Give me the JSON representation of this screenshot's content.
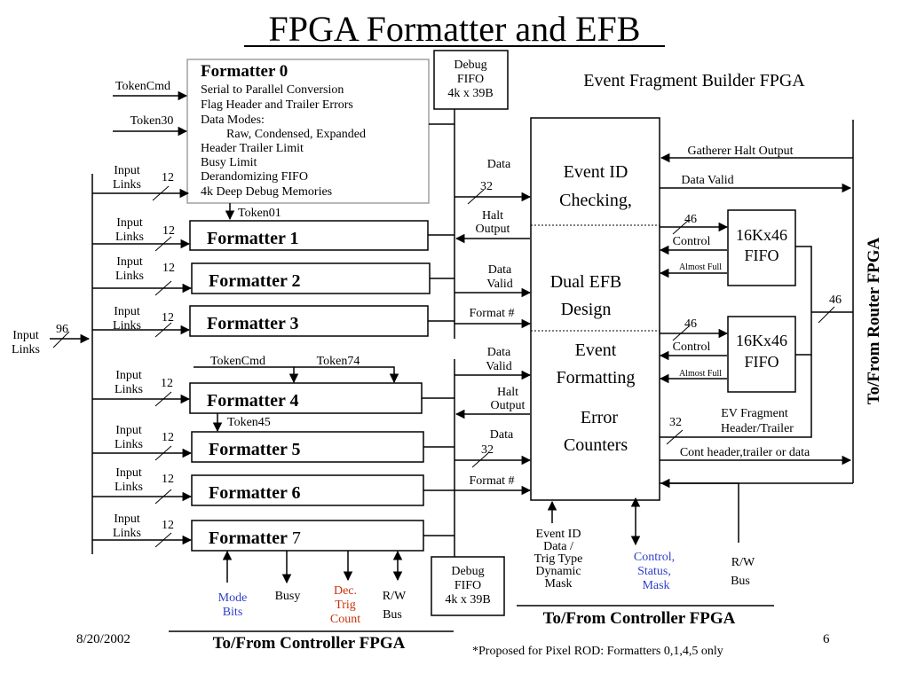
{
  "title": "FPGA Formatter and EFB",
  "efb_title": "Event Fragment Builder FPGA",
  "formatter0": {
    "title": "Formatter 0",
    "lines": [
      "Serial to Parallel Conversion",
      "Flag Header and Trailer Errors",
      "Data Modes:",
      "Raw, Condensed, Expanded",
      "Header Trailer Limit",
      "Busy Limit",
      "Derandomizing FIFO",
      "4k Deep Debug Memories"
    ]
  },
  "formatters": {
    "f1": "Formatter 1",
    "f2": "Formatter 2",
    "f3": "Formatter 3",
    "f4": "Formatter 4",
    "f5": "Formatter 5",
    "f6": "Formatter 6",
    "f7_bold": "Formatter",
    "f7_num": "7"
  },
  "tokens": {
    "tokencmd_top": "TokenCmd",
    "token30": "Token30",
    "token01": "Token01",
    "tokencmd_mid": "TokenCmd",
    "token74": "Token74",
    "token45": "Token45"
  },
  "input_links": {
    "line1": "Input",
    "line2": "Links",
    "width12": "12",
    "width96": "96"
  },
  "debug_fifo": {
    "line1": "Debug",
    "line2": "FIFO",
    "line3": "4k x 39B"
  },
  "efb_center": {
    "event_id_1": "Event ID",
    "event_id_2": "Checking,",
    "dual_1": "Dual EFB",
    "dual_2": "Design",
    "event_fmt_1": "Event",
    "event_fmt_2": "Formatting",
    "error_1": "Error",
    "error_2": "Counters"
  },
  "efb_inputs": {
    "data": "Data",
    "w32": "32",
    "halt_1": "Halt",
    "halt_2": "Output",
    "dv_1": "Data",
    "dv_2": "Valid",
    "format": "Format #"
  },
  "fifo": {
    "line1": "16Kx46",
    "line2": "FIFO",
    "w46": "46",
    "control": "Control",
    "almost_full": "Almost Full"
  },
  "right_side": {
    "gatherer": "Gatherer Halt Output",
    "data_valid": "Data Valid",
    "ev_frag_1": "EV Fragment",
    "ev_frag_2": "Header/Trailer",
    "cont": "Cont header,trailer or data",
    "w32": "32",
    "w46": "46",
    "router": "To/From Router FPGA"
  },
  "bottom_left": {
    "mode_1": "Mode",
    "mode_2": "Bits",
    "busy": "Busy",
    "dec_1": "Dec.",
    "dec_2": "Trig",
    "dec_3": "Count",
    "rw_1": "R/W",
    "rw_2": "Bus",
    "controller": "To/From Controller FPGA"
  },
  "bottom_right": {
    "ev_1": "Event ID",
    "ev_2": "Data /",
    "ev_3": "Trig Type",
    "ev_4": "Dynamic",
    "ev_5": "Mask",
    "cs_1": "Control,",
    "cs_2": "Status,",
    "cs_3": "Mask",
    "rw_1": "R/W",
    "rw_2": "Bus",
    "controller": "To/From Controller FPGA"
  },
  "footer": {
    "date": "8/20/2002",
    "note": "*Proposed for Pixel ROD: Formatters 0,1,4,5 only",
    "page": "6"
  },
  "colors": {
    "blue": "#2f3fc8",
    "red": "#c8320a",
    "black": "#000000"
  }
}
